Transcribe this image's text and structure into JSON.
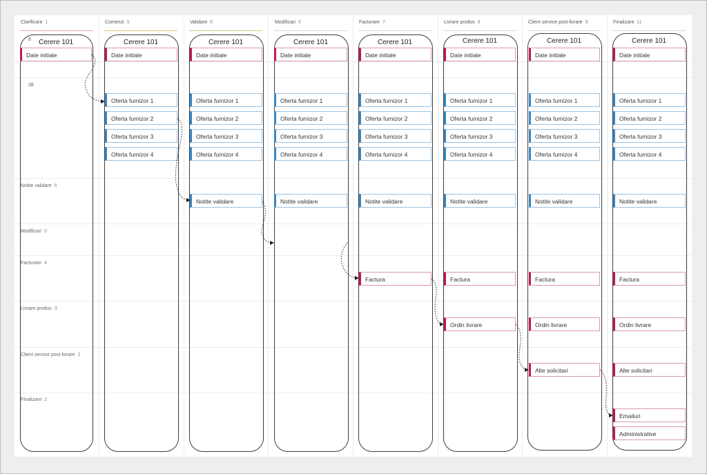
{
  "columns": [
    {
      "name": "Clarificare",
      "count": "1",
      "color": "#e8a2a2"
    },
    {
      "name": "Comenzi",
      "count": "5",
      "color": "#e8c77a"
    },
    {
      "name": "Validare",
      "count": "6",
      "color": "#bfd48a"
    },
    {
      "name": "Modificari",
      "count": "6",
      "color": "#cfd8dc"
    },
    {
      "name": "Facturare",
      "count": "7",
      "color": "#cfd8dc"
    },
    {
      "name": "Livrare produs",
      "count": "8",
      "color": "#cfd8dc"
    },
    {
      "name": "Client service post-livrare",
      "count": "9",
      "color": "#cfd8dc"
    },
    {
      "name": "Finalizare",
      "count": "11",
      "color": "#cfd8dc"
    }
  ],
  "lanes": [
    {
      "name": "Notite validare",
      "count": "6"
    },
    {
      "name": "Modificari",
      "count": "0"
    },
    {
      "name": "Facturare",
      "count": "4"
    },
    {
      "name": "Livrare produs",
      "count": "3"
    },
    {
      "name": "Client service post-livrare",
      "count": "2"
    },
    {
      "name": "Finalizare",
      "count": "2"
    }
  ],
  "small_numbers": {
    "first_lane_a": "8",
    "first_lane_b": "28"
  },
  "pill_title": "Cerere 101",
  "cards": {
    "date_initiale": "Date initiale",
    "oferta_1": "Oferta furnizor 1",
    "oferta_2": "Oferta furnizor 2",
    "oferta_3": "Oferta furnizor 3",
    "oferta_4": "Oferta furnizor 4",
    "notite_validare": "Notite validare",
    "factura": "Factura",
    "ordin_livrare": "Ordin livrare",
    "alte_solicitari": "Alte solicitari",
    "emailuri": "Emailuri",
    "administrative": "Administrative"
  },
  "colors": {
    "pink_card": "#c2185b",
    "blue_card": "#3a87c4"
  }
}
